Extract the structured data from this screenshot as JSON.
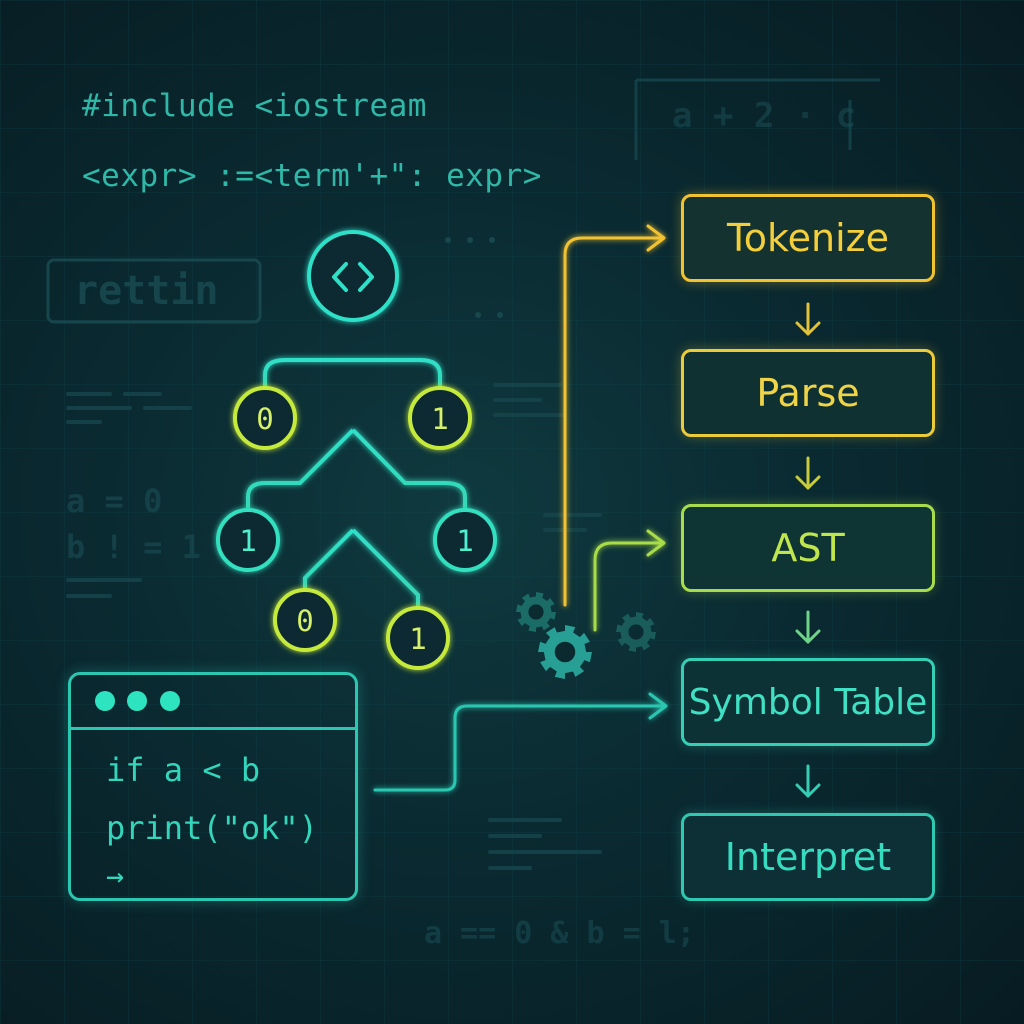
{
  "code": {
    "include_line": "#include <iostream",
    "grammar_line": "<expr> :=<term'+\": expr>"
  },
  "background_text": {
    "top_right": "a + 2 · c",
    "box_left": "rettin",
    "left_mid_1": "a = 0",
    "left_mid_2": "b ! = 1",
    "bottom": "a == 0 & b = l;"
  },
  "tree": {
    "root_symbol": "<>",
    "nodes": [
      "0",
      "1",
      "1",
      "1",
      "0",
      "1"
    ]
  },
  "pipeline": {
    "steps": [
      "Tokenize",
      "Parse",
      "AST",
      "Symbol Table",
      "Interpret"
    ],
    "colors": [
      "#f2c230",
      "#f0cf3c",
      "#b9e24a",
      "#39d7bd",
      "#2fd1b3"
    ]
  },
  "terminal": {
    "line1": "if a < b",
    "line2": "print(\"ok\")",
    "prompt": "→"
  },
  "icons": [
    "code-brackets-icon",
    "gear-icon",
    "terminal-window-icon",
    "arrow-icon"
  ],
  "colors": {
    "background": "#0a2a31",
    "teal": "#2cc7b0",
    "yellow": "#f2c230",
    "lime": "#b9e24a"
  }
}
